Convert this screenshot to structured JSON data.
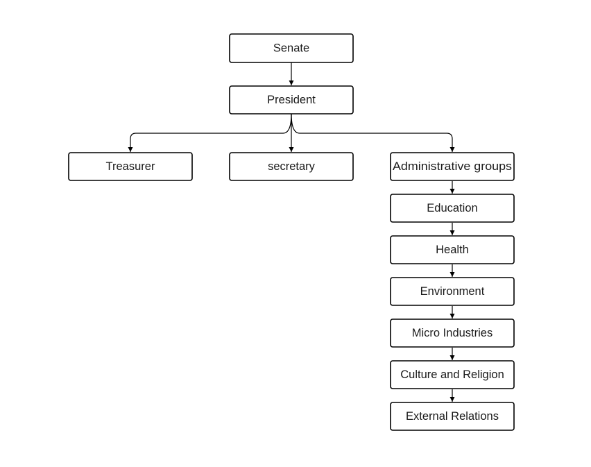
{
  "org_chart": {
    "nodes": {
      "senate": "Senate",
      "president": "President",
      "treasurer": "Treasurer",
      "secretary": "secretary",
      "administrative_groups": "Administrative groups",
      "education": "Education",
      "health": "Health",
      "environment": "Environment",
      "micro_industries": "Micro Industries",
      "culture_and_religion": "Culture and Religion",
      "external_relations": "External Relations"
    },
    "edges": [
      [
        "senate",
        "president"
      ],
      [
        "president",
        "treasurer"
      ],
      [
        "president",
        "secretary"
      ],
      [
        "president",
        "administrative_groups"
      ],
      [
        "administrative_groups",
        "education"
      ],
      [
        "education",
        "health"
      ],
      [
        "health",
        "environment"
      ],
      [
        "environment",
        "micro_industries"
      ],
      [
        "micro_industries",
        "culture_and_religion"
      ],
      [
        "culture_and_religion",
        "external_relations"
      ]
    ]
  }
}
